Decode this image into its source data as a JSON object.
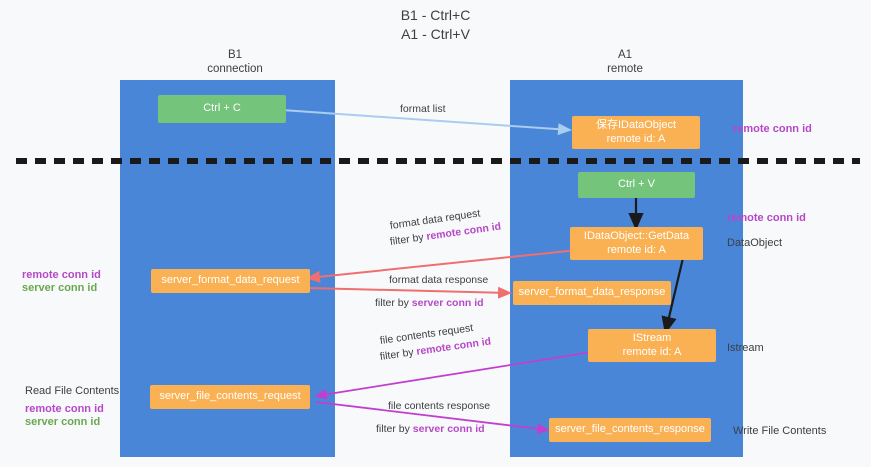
{
  "title": "B1 - Ctrl+C\nA1 - Ctrl+V",
  "columns": [
    {
      "name": "B1",
      "sub": "connection"
    },
    {
      "name": "A1",
      "sub": "remote"
    }
  ],
  "nodes": {
    "ctrl_c": {
      "label": "Ctrl + C"
    },
    "ctrl_v": {
      "label": "Ctrl + V"
    },
    "save_dataobject": {
      "line1": "保存IDataObject",
      "line2": "remote id: A"
    },
    "getdata": {
      "line1": "IDataObject::GetData",
      "line2": "remote id: A"
    },
    "istream": {
      "line1": "IStream",
      "line2": "remote id: A"
    },
    "server_format_data_request": {
      "label": "server_format_data_request"
    },
    "server_format_data_response": {
      "label": "server_format_data_response"
    },
    "server_file_contents_request": {
      "label": "server_file_contents_request"
    },
    "server_file_contents_response": {
      "label": "server_file_contents_response"
    }
  },
  "edges": {
    "format_list": {
      "label": "format list"
    },
    "format_data_request": {
      "line1": "format data request",
      "prefix": "filter by ",
      "highlight": "remote conn id"
    },
    "format_data_response": {
      "line1": "format data response",
      "prefix": "filter by ",
      "highlight": "server conn id"
    },
    "file_contents_request": {
      "line1": "file contents request",
      "prefix": "filter by ",
      "highlight": "remote conn id"
    },
    "file_contents_response": {
      "line1": "file contents response",
      "prefix": "filter by ",
      "highlight": "server conn id"
    }
  },
  "annotations": {
    "right_remote_conn_id_top": "remote conn id",
    "right_remote_conn_id_mid": "remote conn id",
    "right_dataobject": "DataObject",
    "right_istream": "Istream",
    "right_write_file_contents": "Write File Contents",
    "left_read_file_contents": "Read File Contents",
    "left_remote_conn_id_mid": "remote conn id",
    "left_server_conn_id_mid": "server conn id",
    "left_remote_conn_id_bottom": "remote conn id",
    "left_server_conn_id_bottom": "server conn id"
  },
  "colors": {
    "lane": "#4a86d8",
    "node_green": "#74c47c",
    "node_orange": "#f9b154",
    "conn_purple": "#b648c8",
    "conn_green": "#6aa84f",
    "arrow_light_blue": "#a8cdf0",
    "arrow_red": "#ef6f6f",
    "arrow_magenta": "#c13fd0",
    "arrow_black": "#1a1a1a",
    "divider": "#1a1a1a"
  }
}
